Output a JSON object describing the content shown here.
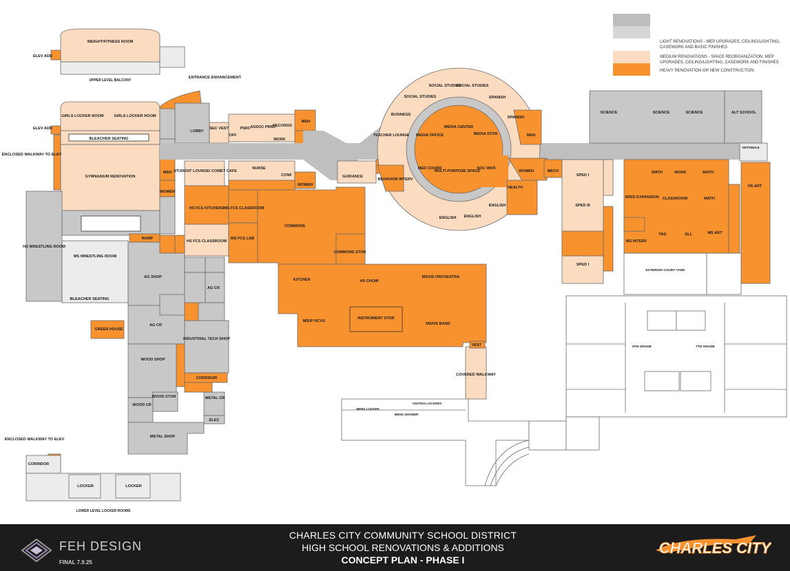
{
  "legend": [
    {
      "color": "#bdbdbd",
      "text": ""
    },
    {
      "color": "#d6d6d6",
      "text": "LIGHT RENOVATIONS - MEP UPGRADES, CEILING/LIGHTING, CASEWORK AND BASIC FINISHES"
    },
    {
      "color": "#fcdcc0",
      "text": "MEDIUM RENOVATIONS - SPACE REORGANIZATION, MEP UPGRADES, CEILING/LIGHTING, CASEWORK AND FINISHES"
    },
    {
      "color": "#f7922e",
      "text": "HEAVY RENOVATION OR NEW CONSTRUCTION"
    }
  ],
  "colors": {
    "heavy": "#f7922e",
    "medium": "#fcdcc0",
    "light": "#c8c8c8",
    "outline": "#6a6a6a",
    "corridor": "#bfbfbf"
  },
  "footer": {
    "line1": "CHARLES CITY COMMUNITY SCHOOL DISTRICT",
    "line2": "HIGH SCHOOL RENOVATIONS & ADDITIONS",
    "line3": "CONCEPT PLAN - PHASE I",
    "firm": "FEH DESIGN",
    "date": "FINAL 7.9.25",
    "logo": "CHARLES CITY"
  },
  "labels": {
    "elev_add_1": "ELEV ADD",
    "weight": "WEIGHT/FITNESS ROOM",
    "upper_balcony": "UPPER LEVEL BALCONY",
    "entrance": "ENTRANCE ENHANCEMENT",
    "elev_add_2": "ELEV ADD",
    "enclosed_1": "ENCLOSED WALKWAY TO ELEV",
    "girls_locker_1": "GIRLS LOCKER ROOM",
    "girls_locker_2": "GIRLS LOCKER ROOM",
    "bleacher_seating": "BLEACHER SEATING",
    "gym": "GYMNASIUM RENOVATION",
    "hs_wrestling": "HS WRESTLING ROOM",
    "ms_wrestling": "MS WRESTLING ROOM",
    "bleacher_seating_2": "BLEACHER SEATING",
    "ramp": "RAMP",
    "green_house": "GREEN HOUSE",
    "enclosed_2": "ENCLOSED WALKWAY TO ELEV",
    "corridor_low": "CORRIDOR",
    "locker_1": "LOCKER",
    "locker_2": "LOCKER",
    "lower_level": "LOWER LEVEL LOCKER ROOMS",
    "lobby": "LOBBY",
    "sec_vest": "SEC VEST",
    "psrc": "PSRC",
    "assoc_prnc": "ASSOC PRNC",
    "records": "RECORDS",
    "work": "WORK",
    "off": "OFF",
    "men_1": "MEN",
    "student_lounge": "STUDENT LOUNGE/ COMET CAFE",
    "nurse": "NURSE",
    "conf": "CONF",
    "women_1": "WOMEN",
    "women_2": "WOMEN",
    "men_2": "MEN",
    "hs_fcs_kitchens": "HS FCS KITCHENS",
    "ms_fcs_classroom": "MS FCS CLASSROOM",
    "commons": "COMMONS",
    "hs_fcs_classroom": "HS FCS CLASSROOM",
    "ms_fcs_lab": "MS FCS LAB",
    "commons_stor": "COMMONS STOR",
    "ag_shop": "AG SHOP",
    "ag_cr_1": "AG CR",
    "ag_cr_2": "AG CR",
    "kitchen": "KITCHEN",
    "hs_choir": "HS CHOIR",
    "ms_hs_orchestra": "MS/HS ORCHESTRA",
    "industrial": "INDUSTRIAL TECH SHOP",
    "instrument_stor": "INSTRUMENT STOR",
    "mep_rcvg": "M/E/P RCVG",
    "ms_hs_band": "MS/HS BAND",
    "wood_shop": "WOOD SHOP",
    "corridor_mid": "CORRIDOR",
    "wood_cr": "WOOD CR",
    "wood_stor": "WOOD STOR",
    "metal_cr": "METAL CR",
    "elec": "ELEC",
    "metal_shop": "METAL SHOP",
    "covered_walkway": "COVERED WALKWAY",
    "vest_1": "VEST",
    "guidance": "GUIDANCE",
    "social_studies_1": "SOCIAL STUDIES",
    "social_studies_2": "SOCIAL STUDIES",
    "social_studies_3": "SOCIAL STUDIES",
    "business": "BUSINESS",
    "spanish_1": "SPANISH",
    "spanish_2": "SPANISH",
    "teacher_lounge": "TEACHER LOUNGE",
    "media_office": "MEDIA OFFICE",
    "media_center": "MEDIA CENTER",
    "media_stor": "MEDIA STOR",
    "men_3": "MEN",
    "med_coord": "MED COORD",
    "multi_purpose": "MULTI-PURPOSE SPACE",
    "soc_wkr": "SOC WKR",
    "behavior": "BEHAVIOR INTERV",
    "women_3": "WOMEN",
    "health": "HEALTH",
    "english_1": "ENGLISH",
    "english_2": "ENGLISH",
    "english_3": "ENGLISH",
    "mech": "MECH",
    "science_1": "SCIENCE",
    "science_2": "SCIENCE",
    "science_3": "SCIENCE",
    "alt_school": "ALT SCHOOL",
    "vestibule": "VESTIBULE",
    "sped_1": "SPED I",
    "sped_3": "SPED III",
    "sped_1b": "SPED I",
    "math_1": "MATH",
    "work_2": "WORK",
    "math_2": "MATH",
    "sped_expansion": "SPED EXPANSION",
    "classroom": "CLASSROOM",
    "math_3": "MATH",
    "tag": "TAG",
    "ell": "ELL",
    "ms_art": "MS ART",
    "ms_interv": "MS INTERV",
    "hs_art": "HS ART",
    "exterior_court": "EXTERIOR COURT YARD",
    "grade_6": "6TH GRADE",
    "grade_7": "7TH GRADE",
    "mens_locker": "MENS LOCKER",
    "mens_shower": "MENS SHOWER",
    "visiting_lockers": "VISITING LOCKERS"
  }
}
